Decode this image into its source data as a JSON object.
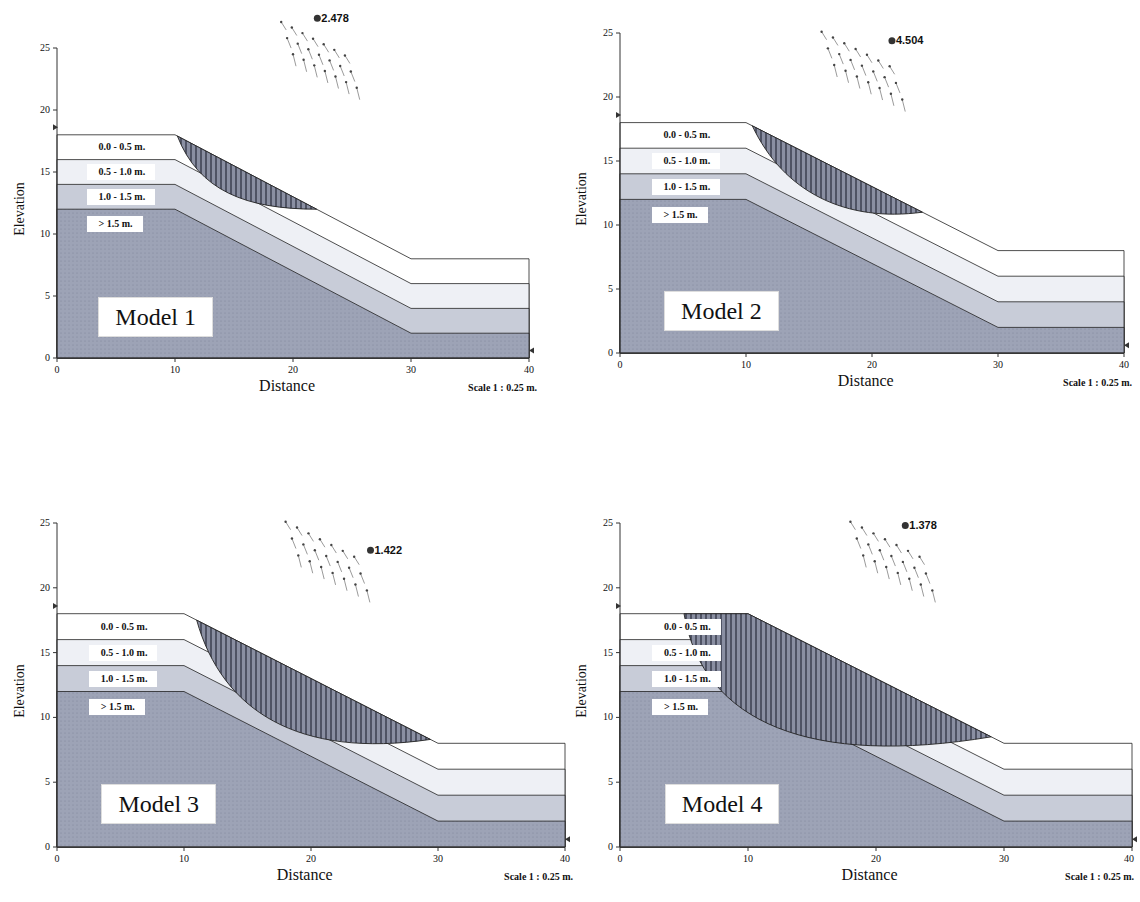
{
  "diagram": {
    "nodes": [
      {
        "text": [
          "0.0 - 0.5 m."
        ]
      },
      {
        "text": [
          "0.5 - 1.0 m."
        ]
      },
      {
        "text": [
          "1.0 - 1.5 m."
        ]
      },
      {
        "text": [
          "> 1.5 m."
        ]
      },
      {
        "text": [
          "Model 1"
        ]
      },
      {
        "text": [
          "0.0 - 0.5 m."
        ]
      },
      {
        "text": [
          "0.5 - 1.0 m."
        ]
      },
      {
        "text": [
          "1.0 - 1.5 m."
        ]
      },
      {
        "text": [
          "> 1.5 m."
        ]
      },
      {
        "text": [
          "Model 2"
        ]
      },
      {
        "text": [
          "0.0 - 0.5 m."
        ]
      },
      {
        "text": [
          "0.5 - 1.0 m."
        ]
      },
      {
        "text": [
          "1.0 - 1.5 m."
        ]
      },
      {
        "text": [
          "> 1.5 m."
        ]
      },
      {
        "text": [
          "Model 3"
        ]
      },
      {
        "text": [
          "0.0 - 0.5 m."
        ]
      },
      {
        "text": [
          "0.5 - 1.0 m."
        ]
      },
      {
        "text": [
          "1.0 - 1.5 m."
        ]
      },
      {
        "text": [
          "> 1.5 m."
        ]
      },
      {
        "text": [
          "Model 4"
        ]
      }
    ],
    "labels": [
      "2.478",
      "0",
      "5",
      "10",
      "15",
      "20",
      "25",
      "0",
      "10",
      "20",
      "30",
      "40",
      "Elevation",
      "Distance",
      "Scale 1 : 0.25 m.",
      "4.504",
      "0",
      "5",
      "10",
      "15",
      "20",
      "25",
      "0",
      "10",
      "20",
      "30",
      "40",
      "Elevation",
      "Distance",
      "Scale 1 : 0.25 m.",
      "1.422",
      "0",
      "5",
      "10",
      "15",
      "20",
      "25",
      "0",
      "10",
      "20",
      "30",
      "40",
      "Elevation",
      "Distance",
      "Scale 1 : 0.25 m.",
      "1.378",
      "0",
      "5",
      "10",
      "15",
      "20",
      "25",
      "0",
      "10",
      "20",
      "30",
      "40",
      "Elevation",
      "Distance",
      "Scale 1 : 0.25 m."
    ]
  }
}
